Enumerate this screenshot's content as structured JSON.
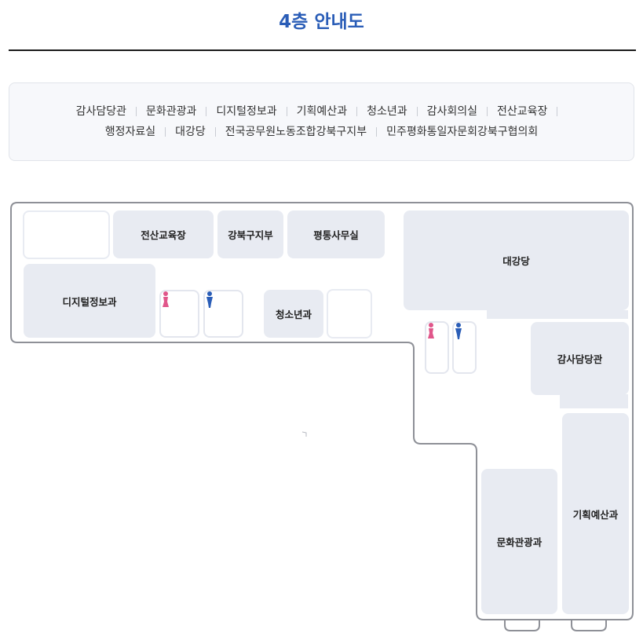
{
  "page": {
    "title": "4층 안내도"
  },
  "departments": [
    "감사담당관",
    "문화관광과",
    "디지털정보과",
    "기획예산과",
    "청소년과",
    "감사회의실",
    "전산교육장",
    "행정자료실",
    "대강당",
    "전국공무원노동조합강북구지부",
    "민주평화통일자문회강북구협의회"
  ],
  "rooms": {
    "jeonsan": "전산교육장",
    "gangbuk": "강북구지부",
    "pyeongtong": "평통사무실",
    "digital": "디지털정보과",
    "youth": "청소년과",
    "hall": "대강당",
    "audit": "감사담당관",
    "culture": "문화관광과",
    "planning": "기획예산과"
  },
  "colors": {
    "title": "#2a5db7",
    "room_fill": "#e8ebf2",
    "outline": "#8e9097",
    "female_icon": "#e0568a",
    "male_icon": "#2a5db7"
  },
  "icons": {
    "female_restroom": "female-restroom-icon",
    "male_restroom": "male-restroom-icon"
  }
}
